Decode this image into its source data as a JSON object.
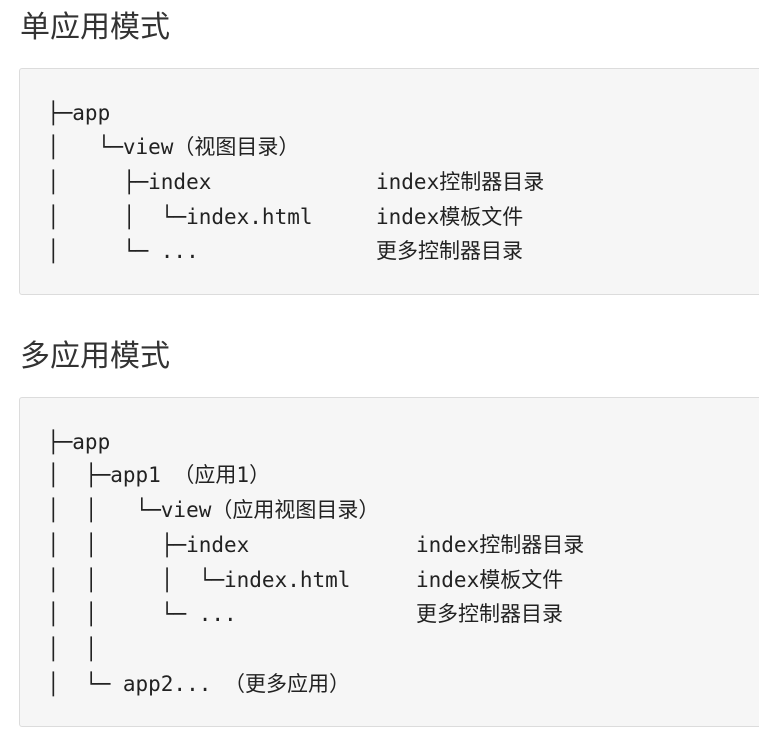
{
  "single": {
    "title": "单应用模式",
    "lines": [
      {
        "tree": "├─app",
        "desc": ""
      },
      {
        "tree": "│   └─view（视图目录）",
        "desc": ""
      },
      {
        "tree": "│     ├─index",
        "desc": "index控制器目录"
      },
      {
        "tree": "│     │  └─index.html",
        "desc": "index模板文件"
      },
      {
        "tree": "│     └─ ...",
        "desc": "更多控制器目录"
      }
    ]
  },
  "multi": {
    "title": "多应用模式",
    "lines": [
      {
        "tree": "├─app",
        "desc": ""
      },
      {
        "tree": "│  ├─app1 （应用1）",
        "desc": ""
      },
      {
        "tree": "│  │   └─view（应用视图目录）",
        "desc": ""
      },
      {
        "tree": "│  │     ├─index",
        "desc": "index控制器目录"
      },
      {
        "tree": "│  │     │  └─index.html",
        "desc": "index模板文件"
      },
      {
        "tree": "│  │     └─ ...",
        "desc": "更多控制器目录"
      },
      {
        "tree": "│  │",
        "desc": ""
      },
      {
        "tree": "│  └─ app2... （更多应用）",
        "desc": ""
      }
    ]
  }
}
